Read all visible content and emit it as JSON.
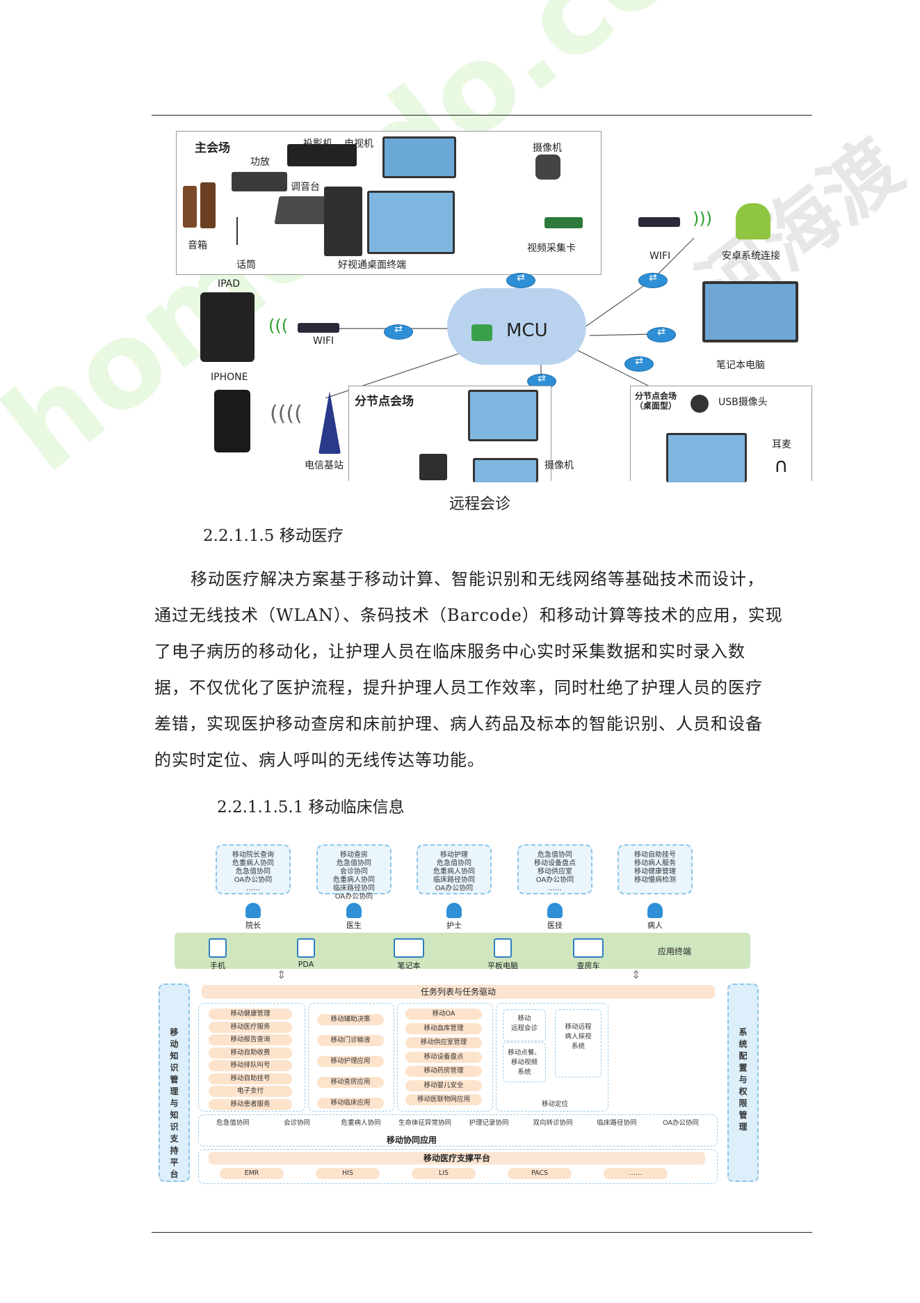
{
  "figure1": {
    "main_venue": "主会场",
    "projector": "投影机",
    "tv": "电视机",
    "camera": "摄像机",
    "amplifier": "功放",
    "mixer": "调音台",
    "speaker": "音箱",
    "microphone": "话筒",
    "terminal": "好视通桌面终端",
    "capture_card": "视频采集卡",
    "wifi_right": "WIFI",
    "android": "安卓系统连接",
    "ipad": "IPAD",
    "wifi_left": "WIFI",
    "mcu": "MCU",
    "laptop": "笔记本电脑",
    "iphone": "IPHONE",
    "base_station": "电信基站",
    "branch_venue": "分节点会场",
    "branch_camera": "摄像机",
    "branch_desktop": "分节点会场（桌面型）",
    "usb_camera": "USB摄像头",
    "headset": "耳麦",
    "caption": "远程会诊"
  },
  "section": {
    "heading": "2.2.1.1.5  移动医疗",
    "paragraph_lines": [
      "移动医疗解决方案基于移动计算、智能识别和无线网络等基础技术而设计，",
      "通过无线技术（WLAN）、条码技术（Barcode）和移动计算等技术的应用，实现",
      "了电子病历的移动化，让护理人员在临床服务中心实时采集数据和实时录入数",
      "据，不仅优化了医护流程，提升护理人员工作效率，同时杜绝了护理人员的医疗",
      "差错，实现医护移动查房和床前护理、病人药品及标本的智能识别、人员和设备",
      "的实时定位、病人呼叫的无线传达等功能。"
    ],
    "subheading": "2.2.1.1.5.1 移动临床信息"
  },
  "figure2": {
    "top_boxes": [
      "移动院长查询\n危重病人协同\n危急值协同\nOA办公协同\n……",
      "移动查房\n危急值协同\n会诊协同\n危重病人协同\n临床路径协同\nOA办公协同",
      "移动护理\n危急值协同\n危重病人协同\n临床路径协同\nOA办公协同",
      "危急值协同\n移动设备盘点\n移动供应室\nOA办公协同\n……",
      "移动自助挂号\n移动病人服务\n移动健康管理\n移动慢病检测"
    ],
    "roles": [
      "院长",
      "医生",
      "护士",
      "医技",
      "病人"
    ],
    "terminals": [
      "手机",
      "PDA",
      "笔记本",
      "平板电脑",
      "查房车"
    ],
    "terminal_bar_label": "应用终端",
    "left_sidebar": "移\n动\n知\n识\n管\n理\n与\n知\n识\n支\n持\n平\n台",
    "right_sidebar": "系\n统\n配\n置\n与\n权\n限\n管\n理",
    "task_bar": "任务列表与任务驱动",
    "group1": [
      "移动健康管理",
      "移动医疗服务",
      "移动报告查询",
      "移动自助收费",
      "移动排队叫号",
      "移动自助挂号",
      "电子支付",
      "移动患者服务"
    ],
    "group2": [
      "移动辅助决策",
      "移动门诊输液",
      "移动护理应用",
      "移动查房应用",
      "移动临床应用"
    ],
    "group3": [
      "移动OA",
      "移动血库管理",
      "移动供应室管理",
      "移动设备盘点",
      "移动药房管理",
      "移动婴儿安全",
      "移动医联物网应用"
    ],
    "group4": [
      "移动\n远程会诊",
      "移动远程\n病人探视\n系统",
      "移动点餐、\n移动视频\n系统",
      "移动定位"
    ],
    "collab_items": [
      "危急值协同",
      "会诊协同",
      "危重病人协同",
      "生命体征异常协同",
      "护理记录协同",
      "双向转诊协同",
      "临床路径协同",
      "OA办公协同"
    ],
    "collab_label": "移动协同应用",
    "support_label": "移动医疗支撑平台",
    "support_items": [
      "EMR",
      "HIS",
      "LIS",
      "PACS",
      "……"
    ]
  },
  "watermark": {
    "text1": "homeedo.com",
    "text2": "河海渡"
  },
  "colors": {
    "mcu_cloud": "#b9d3ee",
    "router": "#2e8fd6",
    "connector_blue": "#2a56c8",
    "connector_orange": "#e8891a",
    "terminal_bar_green": "#cfe6bf",
    "task_peach": "#fbe5d2"
  }
}
